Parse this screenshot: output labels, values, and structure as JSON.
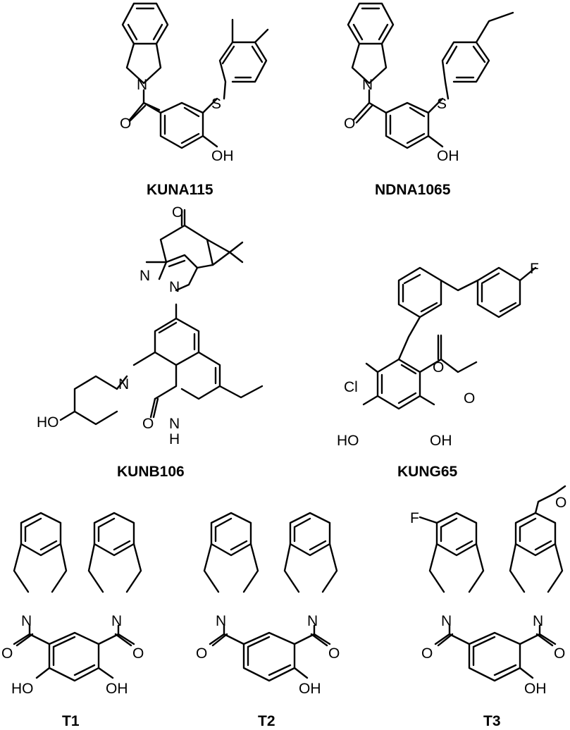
{
  "compounds": [
    {
      "id": "kuna115",
      "name": "KUNA115",
      "atoms": {
        "n": "N",
        "o": "O",
        "s": "S",
        "oh": "OH"
      }
    },
    {
      "id": "ndna1065",
      "name": "NDNA1065",
      "atoms": {
        "n": "N",
        "o": "O",
        "s": "S",
        "oh": "OH"
      }
    },
    {
      "id": "kunb106",
      "name": "KUNB106",
      "atoms": {
        "o_ketone": "O",
        "n2": "N",
        "n1": "N",
        "n_pip": "N",
        "ho": "HO",
        "o_lactam": "O",
        "n_lactam": "N",
        "h_lactam": "H"
      }
    },
    {
      "id": "kung65",
      "name": "KUNG65",
      "atoms": {
        "f": "F",
        "cl": "Cl",
        "o_carbonyl": "O",
        "o_ester": "O",
        "ho": "HO",
        "oh": "OH"
      }
    },
    {
      "id": "t1",
      "name": "T1",
      "atoms": {
        "n_left": "N",
        "n_right": "N",
        "o_left": "O",
        "o_right": "O",
        "ho": "HO",
        "oh": "OH"
      }
    },
    {
      "id": "t2",
      "name": "T2",
      "atoms": {
        "n_left": "N",
        "n_right": "N",
        "o_left": "O",
        "o_right": "O",
        "oh": "OH"
      }
    },
    {
      "id": "t3",
      "name": "T3",
      "atoms": {
        "f": "F",
        "o_methoxy": "O",
        "n_left": "N",
        "n_right": "N",
        "o_left": "O",
        "o_right": "O",
        "oh": "OH"
      }
    }
  ]
}
